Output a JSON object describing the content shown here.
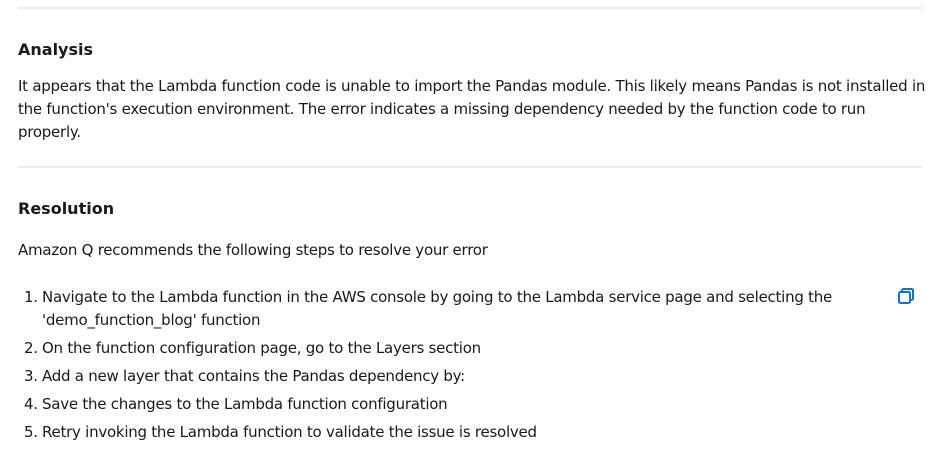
{
  "analysis": {
    "heading": "Analysis",
    "body": "It appears that the Lambda function code is unable to import the Pandas module. This likely means Pandas is not installed in the function's execution environment. The error indicates a missing dependency needed by the function code to run properly."
  },
  "resolution": {
    "heading": "Resolution",
    "intro": "Amazon Q recommends the following steps to resolve your error",
    "steps": [
      {
        "num": "1.",
        "text": "Navigate to the Lambda function in the AWS console by going to the Lambda service page and selecting the 'demo_function_blog' function"
      },
      {
        "num": "2.",
        "text": "On the function configuration page, go to the Layers section"
      },
      {
        "num": "3.",
        "text": "Add a new layer that contains the Pandas dependency by:"
      },
      {
        "num": "4.",
        "text": "Save the changes to the Lambda function configuration"
      },
      {
        "num": "5.",
        "text": "Retry invoking the Lambda function to validate the issue is resolved"
      }
    ],
    "copy_icon": "copy-icon"
  },
  "colors": {
    "accent": "#0972d3",
    "divider": "#e9ebed",
    "text": "#16191f"
  }
}
